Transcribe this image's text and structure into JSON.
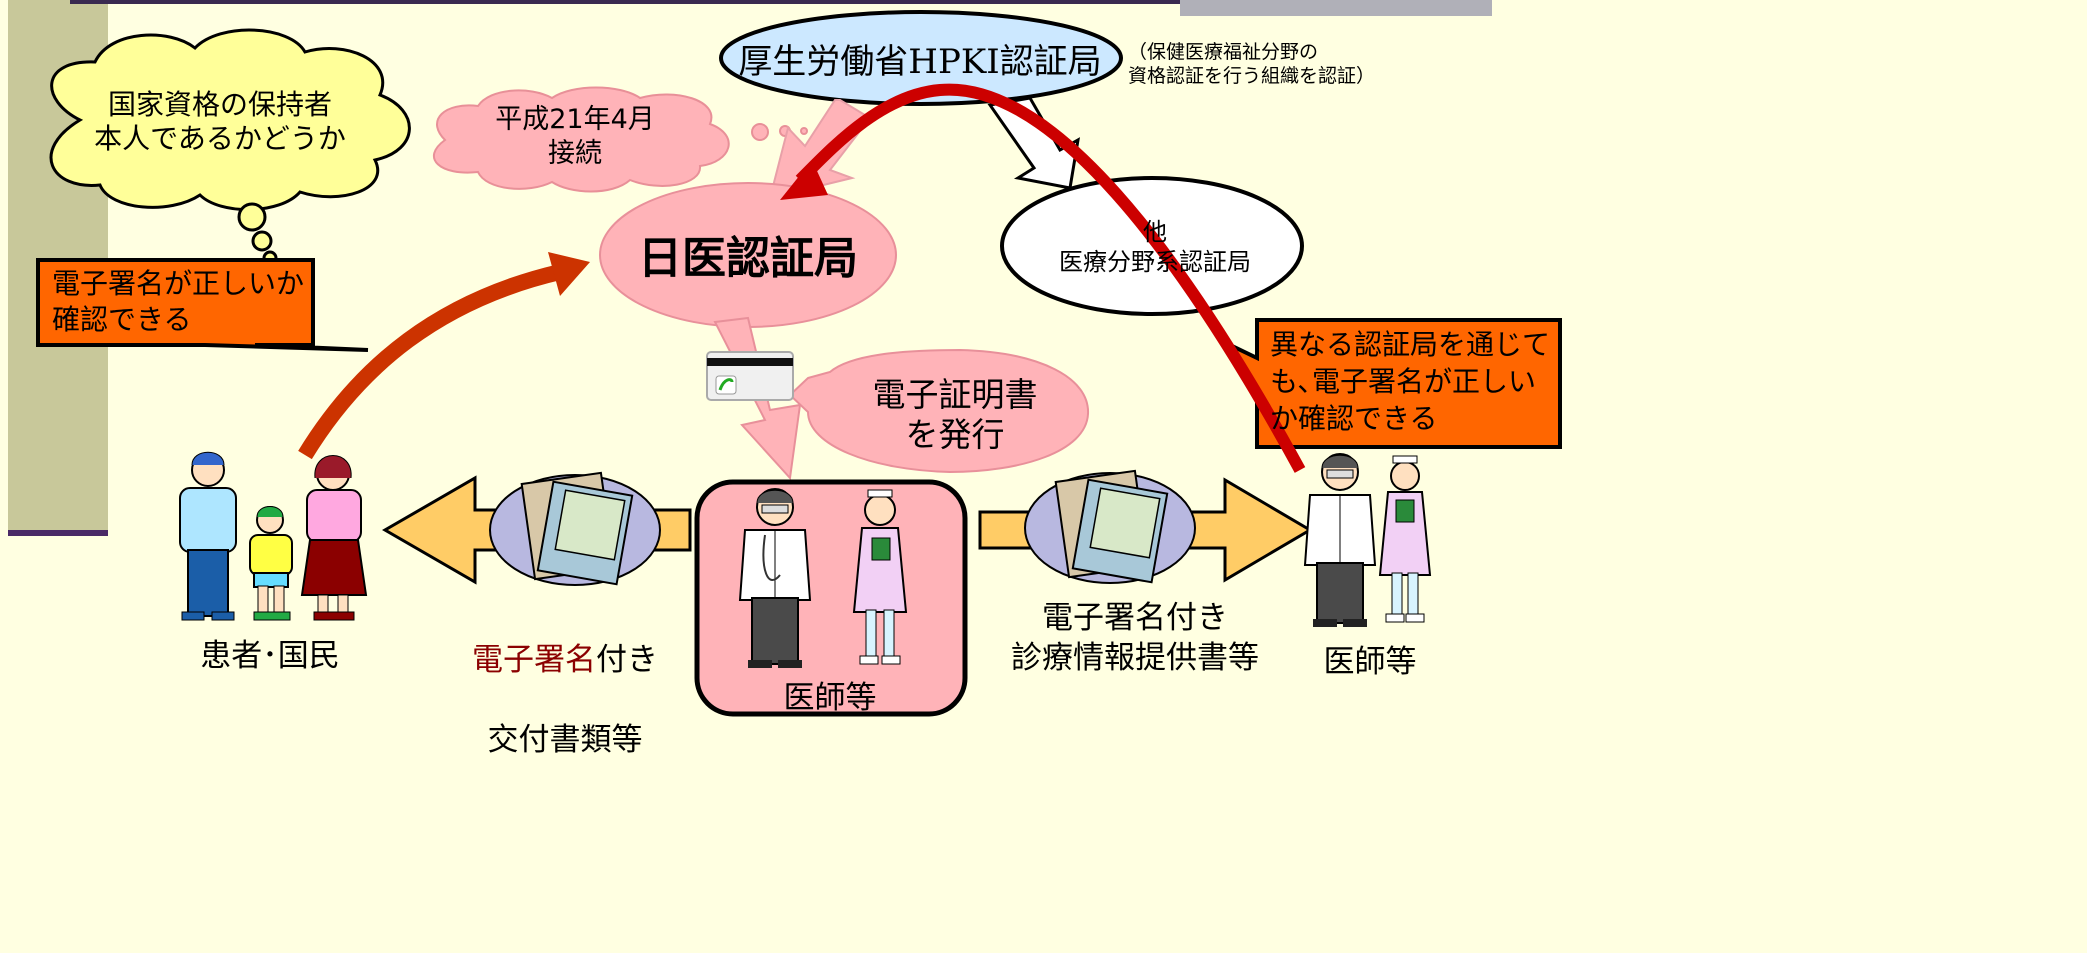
{
  "hpki_ca": "厚生労働省HPKI認証局",
  "hpki_note": "（保健医療福祉分野の\n資格認証を行う組織を認証）",
  "thought_cloud": "国家資格の保持者\n本人であるかどうか",
  "connect_date": "平成21年4月\n接続",
  "jma_ca": "日医認証局",
  "other_ca": "他\n医療分野系認証局",
  "verify_left": "電子署名が正しいか\n確認できる",
  "verify_right": "異なる認証局を通じて\nも､電子署名が正しい\nか確認できる",
  "issue_cert": "電子証明書\nを発行",
  "patients_label": "患者･国民",
  "signed_docs_highlight": "電子署名",
  "signed_docs_rest": "付き",
  "signed_docs_line2": "交付書類等",
  "center_doctor_label": "医師等",
  "signed_referral": "電子署名付き\n診療情報提供書等",
  "right_doctor_label": "医師等",
  "colors": {
    "background": "#ffffe1",
    "left_bar": "#c8c89a",
    "hpki_fill": "#cce8ff",
    "pink_fill": "#ffb3b8",
    "callout_orange": "#ff6600",
    "cloud_yellow": "#ffff99",
    "arrow_red": "#cc0000",
    "block_arrow": "#ffcc66"
  }
}
